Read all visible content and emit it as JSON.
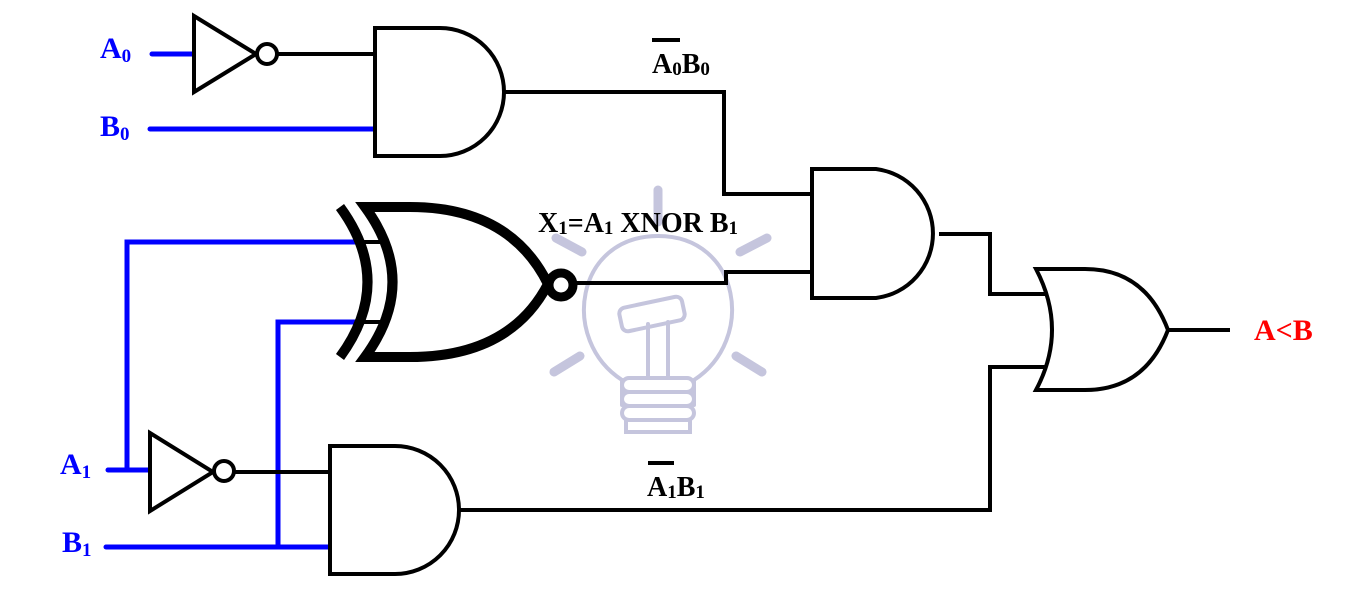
{
  "diagram": {
    "title": "2-bit comparator: A<B logic",
    "inputs": [
      {
        "id": "A0",
        "base": "A",
        "sub": "0"
      },
      {
        "id": "B0",
        "base": "B",
        "sub": "0"
      },
      {
        "id": "A1",
        "base": "A",
        "sub": "1"
      },
      {
        "id": "B1",
        "base": "B",
        "sub": "1"
      }
    ],
    "labels": {
      "a0b0": {
        "a": "A",
        "a_sub": "0",
        "b": "B",
        "b_sub": "0",
        "overbar_on": "A"
      },
      "x1": {
        "x": "X",
        "x_sub": "1",
        "eq": "=A",
        "a_sub": "1",
        "op": " XNOR B",
        "b_sub": "1"
      },
      "a1b1": {
        "a": "A",
        "a_sub": "1",
        "b": "B",
        "b_sub": "1",
        "overbar_on": "A"
      },
      "output": "A<B"
    },
    "gates": [
      {
        "id": "not-a0",
        "type": "NOT",
        "inputs": [
          "A0"
        ]
      },
      {
        "id": "and-a0b0",
        "type": "AND",
        "inputs": [
          "NOT A0",
          "B0"
        ]
      },
      {
        "id": "xnor-a1b1",
        "type": "XNOR",
        "inputs": [
          "A1",
          "B1"
        ]
      },
      {
        "id": "not-a1",
        "type": "NOT",
        "inputs": [
          "A1"
        ]
      },
      {
        "id": "and-a1b1",
        "type": "AND",
        "inputs": [
          "NOT A1",
          "B1"
        ]
      },
      {
        "id": "and-mid",
        "type": "AND",
        "inputs": [
          "A0'B0",
          "X1"
        ]
      },
      {
        "id": "or-out",
        "type": "OR",
        "inputs": [
          "AND-mid",
          "A1'B1"
        ]
      }
    ],
    "colors": {
      "input_wire": "#0000ff",
      "wire": "#000000",
      "output_label": "#ff0000",
      "watermark": "#c5c5dd"
    }
  }
}
